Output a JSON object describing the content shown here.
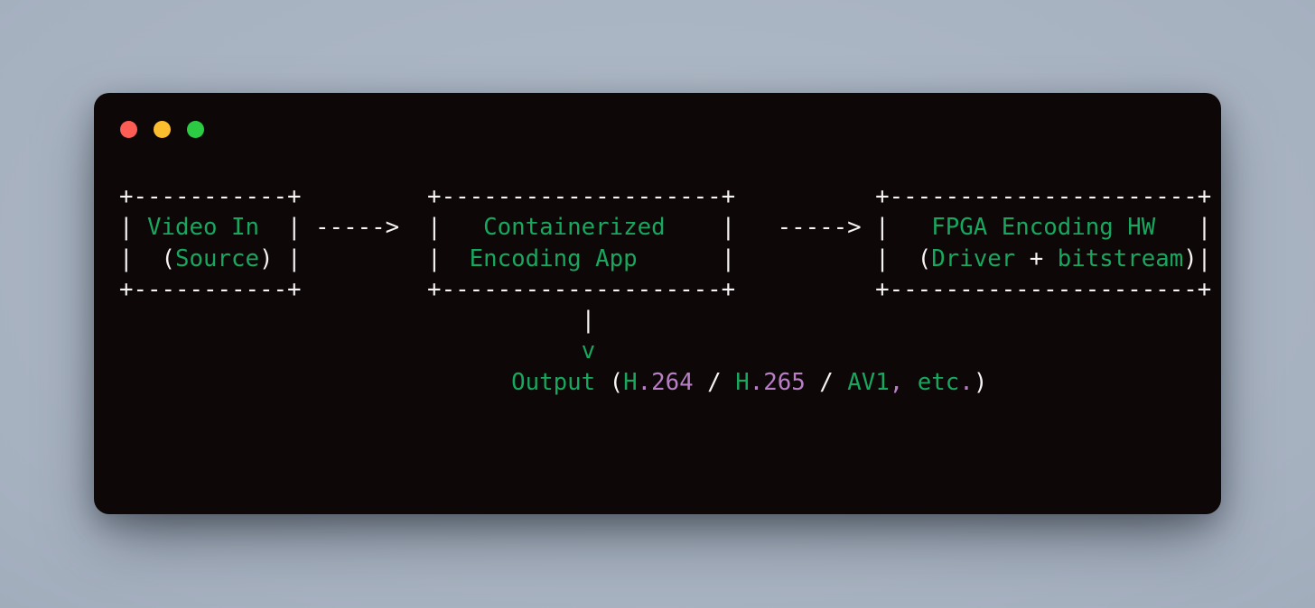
{
  "page": {
    "background_center": "#aeb9c6",
    "background_edge": "#8d99a9"
  },
  "window": {
    "background": "#0d0707",
    "traffic_lights": [
      {
        "name": "close-button",
        "color": "#fd5d55"
      },
      {
        "name": "minimize-button",
        "color": "#fcbd2e"
      },
      {
        "name": "zoom-button",
        "color": "#2bcb43"
      }
    ]
  },
  "colors": {
    "w": "#f6f3f5",
    "g": "#18a75e",
    "p": "#b87fc6"
  },
  "diagram": {
    "nodes": [
      "Video In (Source)",
      "Containerized Encoding App",
      "FPGA Encoding HW (Driver + bitstream)",
      "Output (H.264 / H.265 / AV1, etc.)"
    ],
    "lines": [
      [
        {
          "t": "+-----------+         +--------------------+          +----------------------+",
          "c": "w"
        }
      ],
      [
        {
          "t": "| ",
          "c": "w"
        },
        {
          "t": "Video In",
          "c": "g"
        },
        {
          "t": "  | ----->  |   ",
          "c": "w"
        },
        {
          "t": "Containerized",
          "c": "g"
        },
        {
          "t": "    |   -----> |   ",
          "c": "w"
        },
        {
          "t": "FPGA Encoding HW",
          "c": "g"
        },
        {
          "t": "   |",
          "c": "w"
        }
      ],
      [
        {
          "t": "|  (",
          "c": "w"
        },
        {
          "t": "Source",
          "c": "g"
        },
        {
          "t": ") |         |  ",
          "c": "w"
        },
        {
          "t": "Encoding App",
          "c": "g"
        },
        {
          "t": "      |          |  (",
          "c": "w"
        },
        {
          "t": "Driver",
          "c": "g"
        },
        {
          "t": " + ",
          "c": "w"
        },
        {
          "t": "bitstream",
          "c": "g"
        },
        {
          "t": ")|",
          "c": "w"
        }
      ],
      [
        {
          "t": "+-----------+         +--------------------+          +----------------------+",
          "c": "w"
        }
      ],
      [
        {
          "t": "                                 |",
          "c": "w"
        }
      ],
      [
        {
          "t": "                                 ",
          "c": "w"
        },
        {
          "t": "v",
          "c": "g"
        }
      ],
      [
        {
          "t": "                            ",
          "c": "w"
        },
        {
          "t": "Output",
          "c": "g"
        },
        {
          "t": " (",
          "c": "w"
        },
        {
          "t": "H",
          "c": "g"
        },
        {
          "t": ".264",
          "c": "p"
        },
        {
          "t": " / ",
          "c": "w"
        },
        {
          "t": "H",
          "c": "g"
        },
        {
          "t": ".265",
          "c": "p"
        },
        {
          "t": " / ",
          "c": "w"
        },
        {
          "t": "AV1",
          "c": "g"
        },
        {
          "t": ",",
          "c": "p"
        },
        {
          "t": " ",
          "c": "w"
        },
        {
          "t": "etc",
          "c": "g"
        },
        {
          "t": ".",
          "c": "p"
        },
        {
          "t": ")",
          "c": "w"
        }
      ]
    ]
  }
}
